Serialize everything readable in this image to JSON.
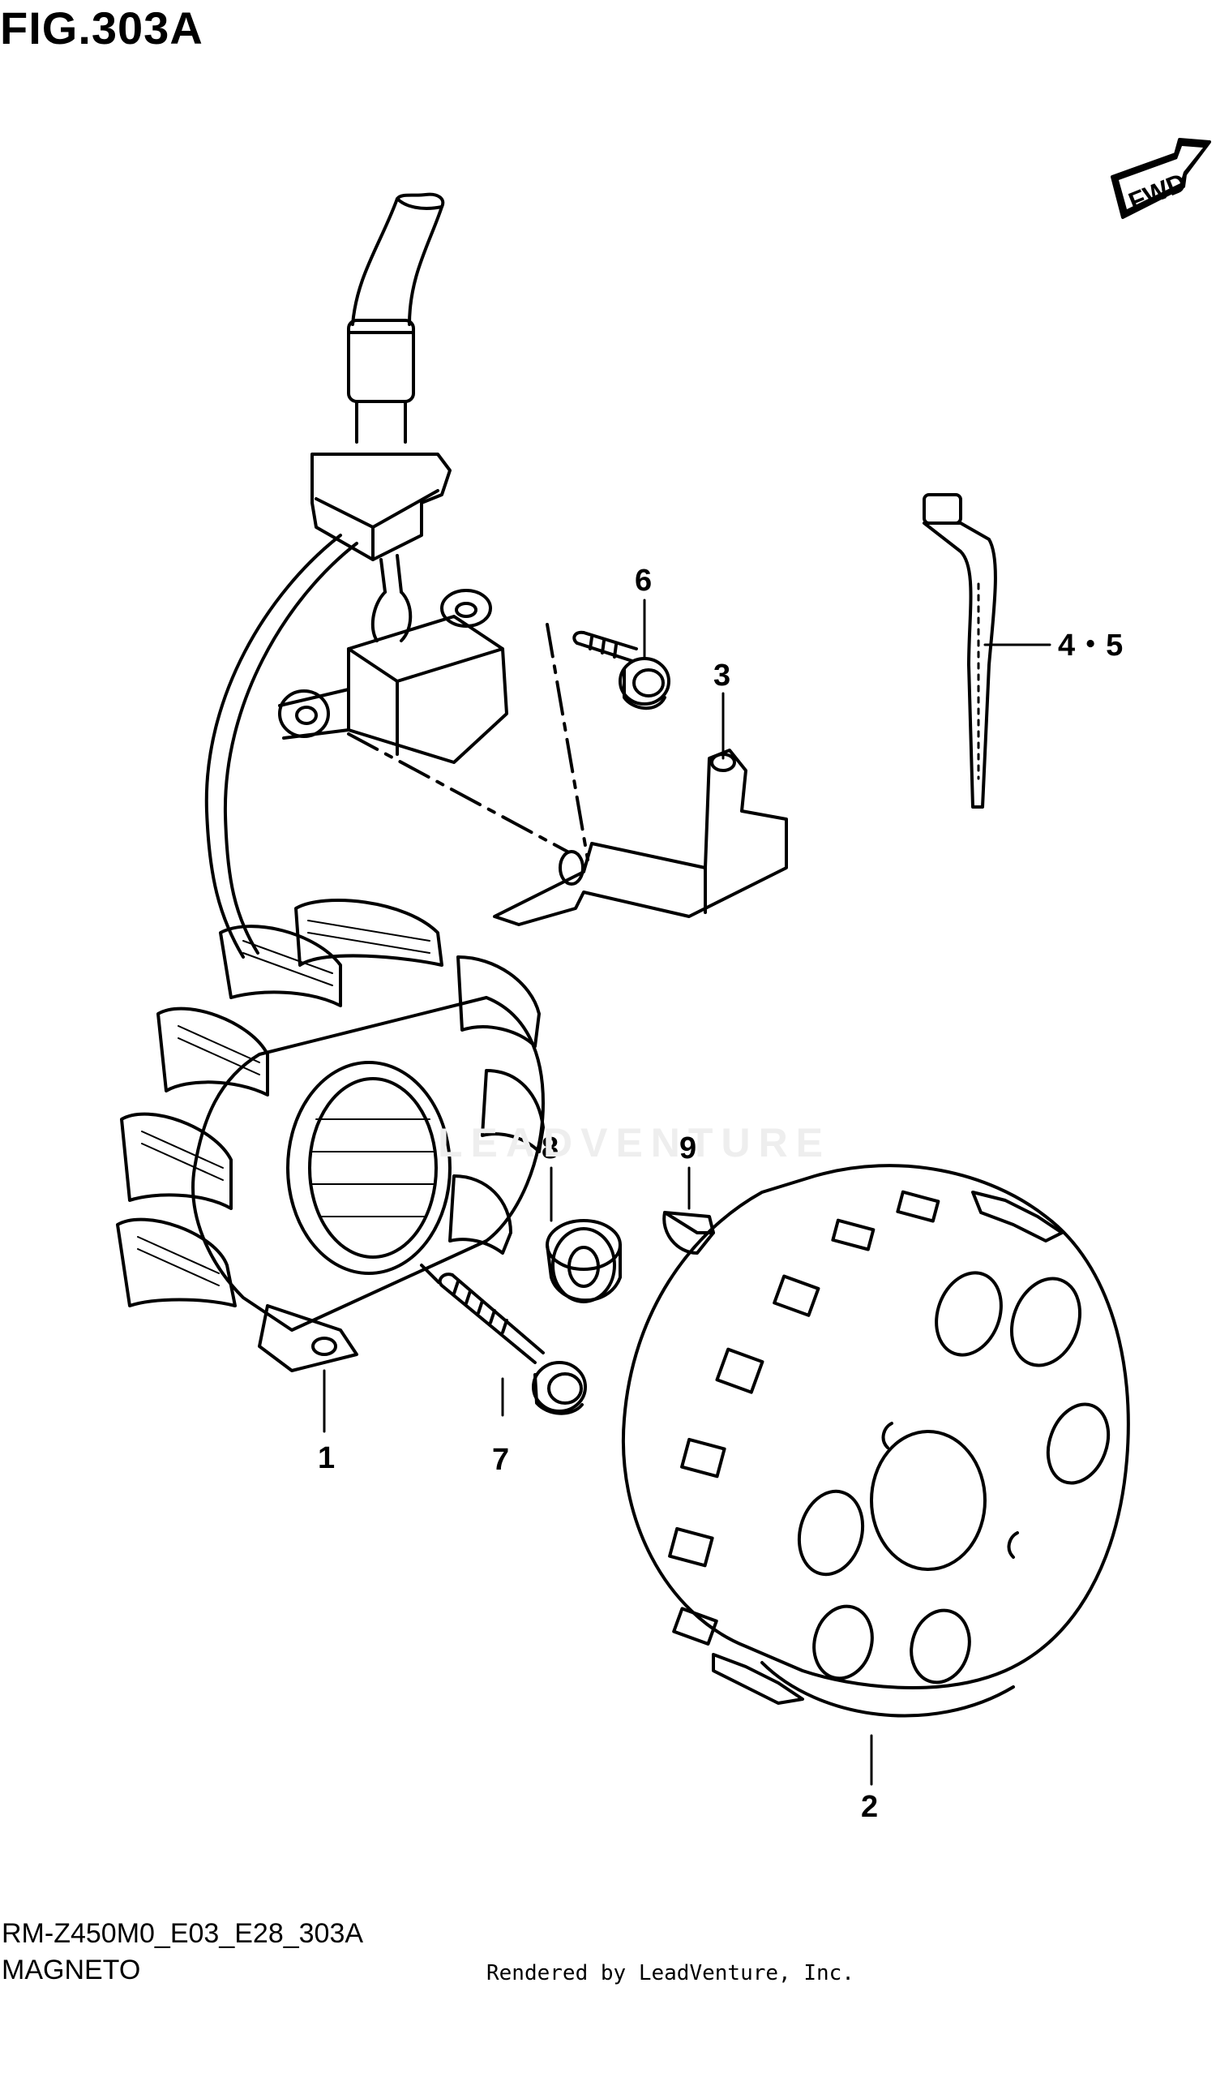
{
  "figure": {
    "title": "FIG.303A",
    "direction_label": "FWD"
  },
  "callouts": [
    {
      "id": "1",
      "label": "1"
    },
    {
      "id": "2",
      "label": "2"
    },
    {
      "id": "3",
      "label": "3"
    },
    {
      "id": "4-5",
      "label": "4・5"
    },
    {
      "id": "6",
      "label": "6"
    },
    {
      "id": "7",
      "label": "7"
    },
    {
      "id": "8",
      "label": "8"
    },
    {
      "id": "9",
      "label": "9"
    }
  ],
  "footer": {
    "diagram_code": "RM-Z450M0_E03_E28_303A",
    "section_name": "MAGNETO",
    "rendered_by": "Rendered by LeadVenture, Inc."
  },
  "watermark": "LEADVENTURE"
}
